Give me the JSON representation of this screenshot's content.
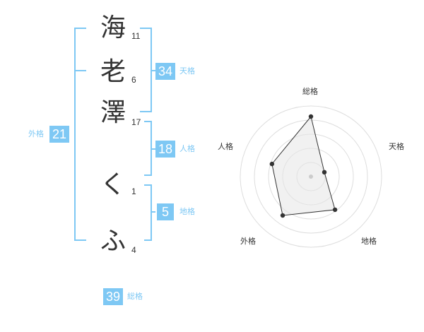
{
  "colors": {
    "accent": "#7ec8f4",
    "text": "#333333",
    "radar_fill": "#f2f2f2",
    "grid": "#dddddd"
  },
  "name": {
    "characters": [
      {
        "char": "海",
        "strokes": "11"
      },
      {
        "char": "老",
        "strokes": "6"
      },
      {
        "char": "澤",
        "strokes": "17"
      },
      {
        "char": "く",
        "strokes": "1"
      },
      {
        "char": "ふ",
        "strokes": "4"
      }
    ]
  },
  "scores": {
    "tenkaku": {
      "value": "34",
      "label": "天格"
    },
    "jinkaku": {
      "value": "18",
      "label": "人格"
    },
    "chikaku": {
      "value": "5",
      "label": "地格"
    },
    "gaikaku": {
      "value": "21",
      "label": "外格"
    },
    "soukaku": {
      "value": "39",
      "label": "総格"
    }
  },
  "chart_data": {
    "type": "radar",
    "axes": [
      "総格",
      "天格",
      "地格",
      "外格",
      "人格"
    ],
    "values": [
      0.85,
      0.2,
      0.58,
      0.68,
      0.58
    ],
    "range": [
      0,
      1
    ],
    "grid_rings": 5
  }
}
